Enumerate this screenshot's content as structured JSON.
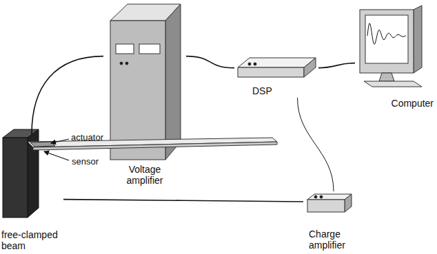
{
  "diagram": {
    "nodes": [
      {
        "text": [
          "Voltage amplifier"
        ]
      },
      {
        "text": [
          "DSP"
        ]
      },
      {
        "text": [
          "Computer"
        ]
      },
      {
        "text": [
          "free-clamped beam"
        ]
      },
      {
        "text": [
          "Charge amplifier"
        ]
      }
    ],
    "edges": [
      {
        "from": 0,
        "to": 3,
        "arrow": "none"
      },
      {
        "from": 0,
        "to": 1,
        "arrow": "none"
      },
      {
        "from": 1,
        "to": 2,
        "arrow": "none"
      },
      {
        "from": 1,
        "to": 4,
        "arrow": "none"
      },
      {
        "from": 4,
        "to": 3,
        "arrow": "none"
      }
    ],
    "labels": [
      "actuator",
      "sensor"
    ]
  }
}
